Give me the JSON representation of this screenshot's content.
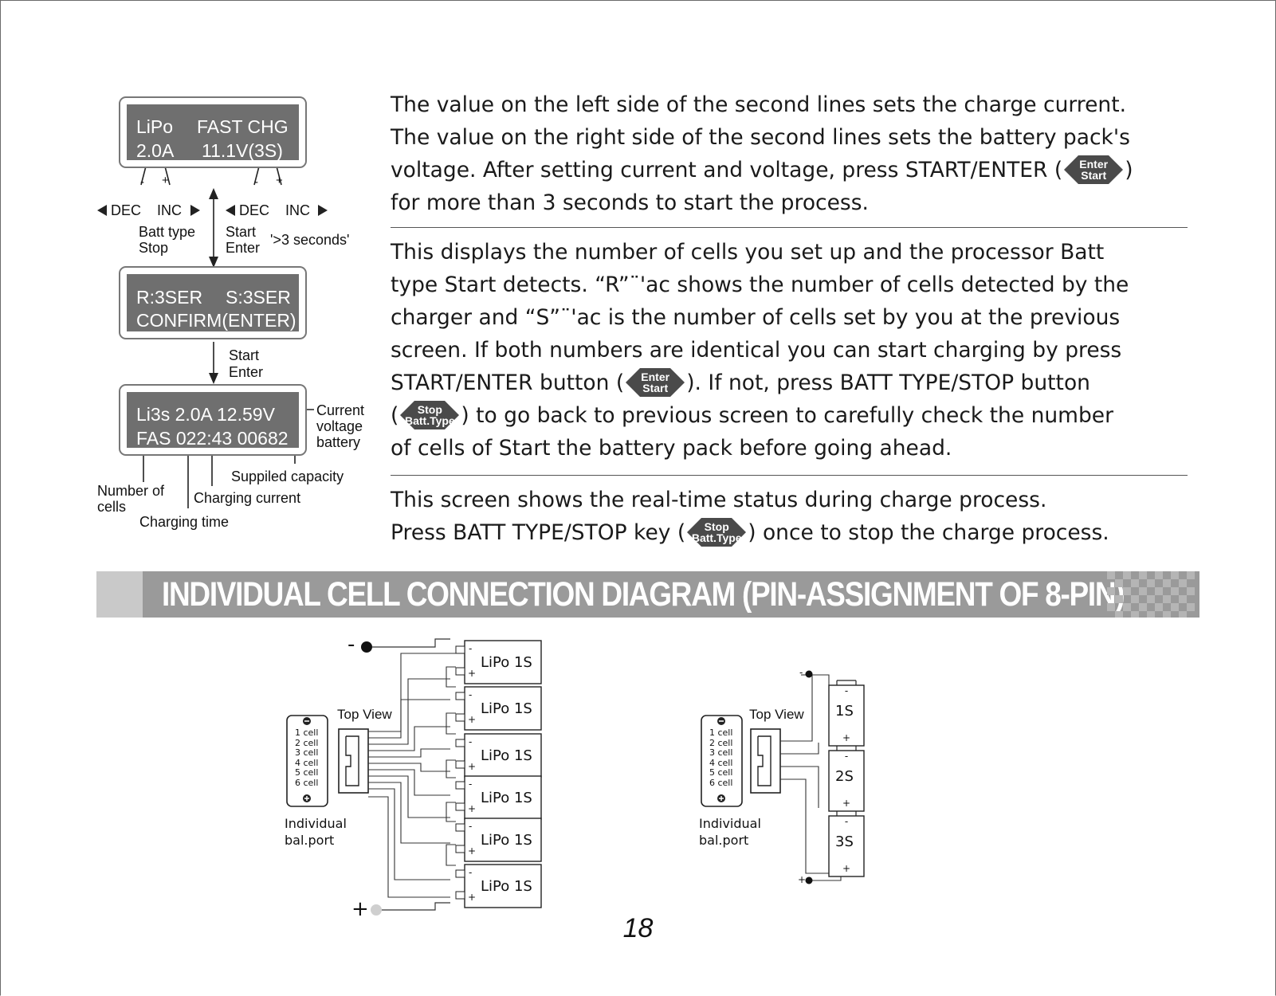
{
  "screens": {
    "s1": {
      "line1_a": "LiPo",
      "line1_b": "FAST CHG",
      "line2_a": "2.0A",
      "line2_b": "11.1V(3S)"
    },
    "s2": {
      "line1_a": "R:3SER",
      "line1_b": "S:3SER",
      "line2": "CONFIRM(ENTER)"
    },
    "s3": {
      "line1": "Li3s 2.0A 12.59V",
      "line2": "FAS 022:43 00682"
    }
  },
  "labels": {
    "minus": "-",
    "plus": "+",
    "dec": "DEC",
    "inc": "INC",
    "batt_type": "Batt type",
    "stop": "Stop",
    "start": "Start",
    "enter": "Enter",
    "seconds": "'>3 seconds'",
    "current_voltage_battery": [
      "Current",
      "voltage",
      "battery"
    ],
    "supplied_capacity": "Suppiled capacity",
    "number_of_cells": [
      "Number of",
      "cells"
    ],
    "charging_current": "Charging current",
    "charging_time": "Charging time"
  },
  "keys": {
    "enter_top": "Enter",
    "enter_bottom": "Start",
    "stop_top": "Stop",
    "stop_bottom": "Batt.Type"
  },
  "paragraphs": {
    "p1": [
      "The value on the left side of the second lines sets the charge current.",
      "The value on the right side of the second lines sets the battery pack's",
      "voltage. After setting current and voltage, press START/ENTER (",
      ")",
      "for more than 3 seconds to start the process."
    ],
    "p2": [
      "This displays the number of cells you set up and the processor Batt",
      "type Start detects. “R”¨'ac shows the number of cells detected by the",
      "charger and “S”¨'ac is the number of cells set by you at the previous",
      "screen. If both numbers are identical you can start charging by press",
      "START/ENTER button (",
      "). If not, press BATT TYPE/STOP button",
      "(",
      ") to go back to previous screen to carefully check the number",
      "of cells of Start the battery pack before going ahead."
    ],
    "p3": [
      "This screen shows the real-time status during charge process.",
      "Press BATT TYPE/STOP key (",
      ") once to stop the charge process."
    ]
  },
  "banner": {
    "title": "INDIVIDUAL CELL CONNECTION DIAGRAM (PIN-ASSIGNMENT OF 8-PIN)"
  },
  "diagram_left": {
    "minus": "-",
    "plus": "+",
    "top_view": "Top View",
    "port_cells": [
      "1 cell",
      "2 cell",
      "3 cell",
      "4 cell",
      "5 cell",
      "6 cell"
    ],
    "port_label": [
      "Individual",
      "bal.port"
    ],
    "pack_label": "LiPo 1S"
  },
  "diagram_right": {
    "minus": "-",
    "plus": "+",
    "top_view": "Top View",
    "port_cells": [
      "1 cell",
      "2 cell",
      "3 cell",
      "4 cell",
      "5 cell",
      "6 cell"
    ],
    "port_label": [
      "Individual",
      "bal.port"
    ],
    "cells": [
      "1S",
      "2S",
      "3S"
    ]
  },
  "page_number": "18"
}
